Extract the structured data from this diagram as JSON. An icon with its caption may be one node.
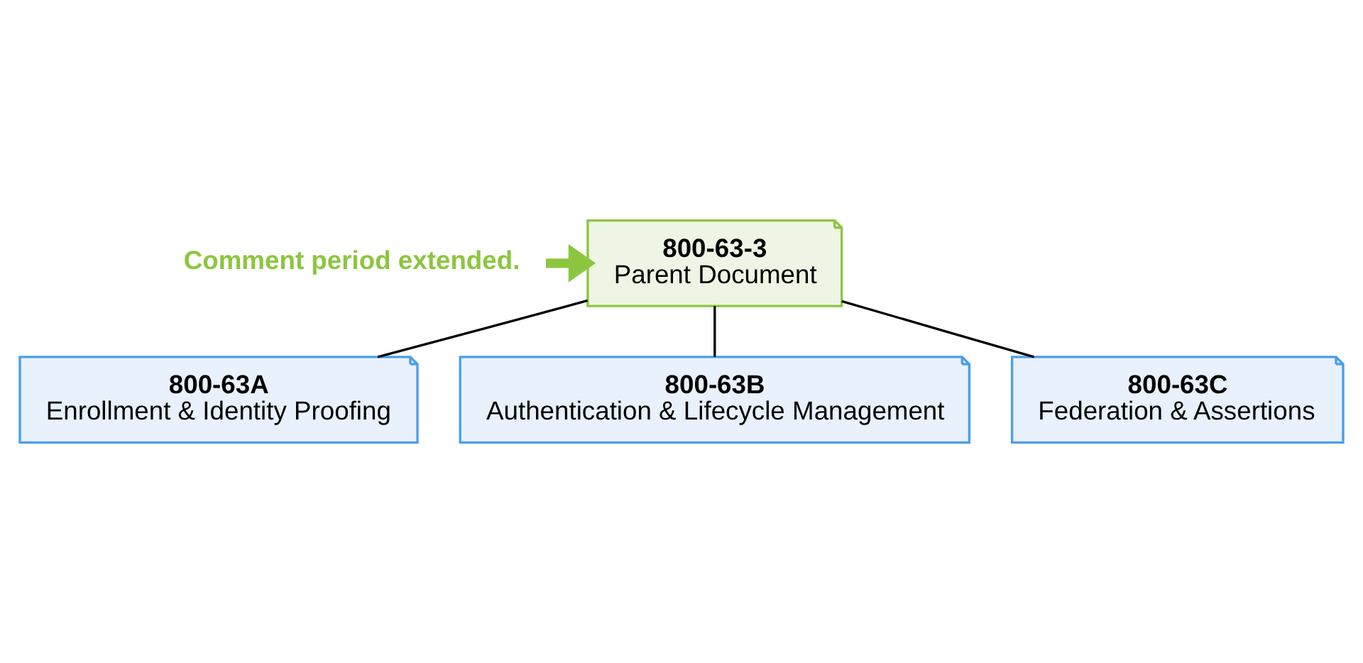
{
  "diagram": {
    "nodes": [
      {
        "text": [
          "Comment period extended."
        ]
      },
      {
        "text": [
          "800-63-3",
          "Parent Document"
        ]
      },
      {
        "text": [
          "800-63A",
          "Enrollment & Identity Proofing"
        ]
      },
      {
        "text": [
          "800-63B",
          "Authentication & Lifecycle Management"
        ]
      },
      {
        "text": [
          "800-63C",
          "Federation & Assertions"
        ]
      }
    ],
    "edges": [
      {
        "from": 0,
        "to": 1,
        "arrow": "to",
        "style": "thick",
        "color": "#8cc63f"
      },
      {
        "from": 1,
        "to": 2,
        "arrow": "none"
      },
      {
        "from": 1,
        "to": 3,
        "arrow": "none"
      },
      {
        "from": 1,
        "to": 4,
        "arrow": "none"
      }
    ]
  }
}
